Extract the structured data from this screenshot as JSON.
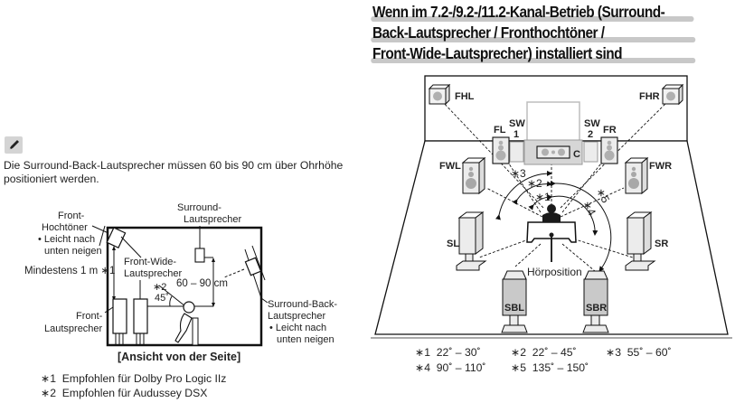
{
  "heading": {
    "lines": [
      "Wenn im 7.2-/9.2-/11.2-Kanal-Betrieb (Surround-",
      "Back-Lautsprecher / Fronthochtöner /",
      "Front-Wide-Lautsprecher) installiert sind"
    ]
  },
  "note": {
    "icon": "pencil-icon",
    "text_line1": "Die Surround-Back-Lautsprecher müssen 60 bis 90 cm über Ohrhöhe",
    "text_line2": "positioniert werden."
  },
  "side_view": {
    "caption": "[Ansicht von der Seite]",
    "labels": {
      "front_height_1": "Front-",
      "front_height_2": "Hochtöner",
      "front_height_3": "• Leicht nach",
      "front_height_4": "unten neigen",
      "min_distance": "Mindestens 1 m ∗1",
      "front_wide_1": "Front-Wide-",
      "front_wide_2": "Lautsprecher",
      "angle_ref": "∗2",
      "angle_value": "45˚",
      "front_1": "Front-",
      "front_2": "Lautsprecher",
      "surround_1": "Surround-",
      "surround_2": "Lautsprecher",
      "height_range": "60 – 90 cm",
      "surround_back_1": "Surround-Back-",
      "surround_back_2": "Lautsprecher",
      "surround_back_3": "• Leicht nach",
      "surround_back_4": "unten neigen"
    },
    "footnotes": [
      {
        "mark": "∗1",
        "text": "Empfohlen für Dolby Pro Logic IIz"
      },
      {
        "mark": "∗2",
        "text": "Empfohlen für Audussey DSX"
      }
    ]
  },
  "top_view": {
    "speakers": {
      "fhl": "FHL",
      "fhr": "FHR",
      "fl": "FL",
      "fr": "FR",
      "sw1_a": "SW",
      "sw1_b": "1",
      "sw2_a": "SW",
      "sw2_b": "2",
      "c": "C",
      "fwl": "FWL",
      "fwr": "FWR",
      "sl": "SL",
      "sr": "SR",
      "sbl": "SBL",
      "sbr": "SBR"
    },
    "listening_position": "Hörposition",
    "angle_marks": [
      "∗1",
      "∗2",
      "∗3",
      "∗4",
      "∗5"
    ],
    "angle_legend": [
      {
        "mark": "∗1",
        "range": "22˚ – 30˚"
      },
      {
        "mark": "∗2",
        "range": "22˚ – 45˚"
      },
      {
        "mark": "∗3",
        "range": "55˚ – 60˚"
      },
      {
        "mark": "∗4",
        "range": "90˚ – 110˚"
      },
      {
        "mark": "∗5",
        "range": "135˚ – 150˚"
      }
    ]
  },
  "colors": {
    "speaker_fill": "#e6e6e6",
    "speaker_dark": "#bdbdbd",
    "highlight": "#c8c8c8",
    "listener": "#1a1a1a"
  }
}
